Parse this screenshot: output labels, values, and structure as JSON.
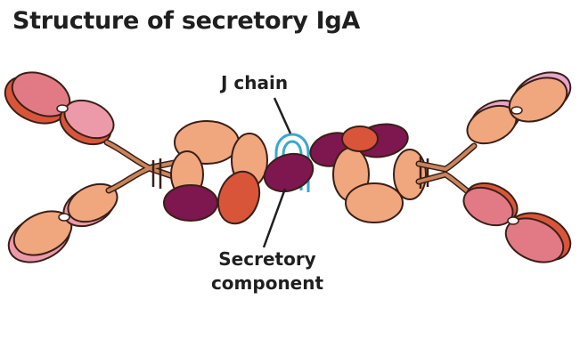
{
  "title": "Structure of secretory IgA",
  "labels": {
    "j_chain": "J chain",
    "secretory_component_line1": "Secretory",
    "secretory_component_line2": "component"
  },
  "colors": {
    "pink": "#e27a85",
    "pink_light": "#ec9aa9",
    "orange": "#f0a77e",
    "red_orange": "#d9553a",
    "dark_red": "#c1432c",
    "magenta": "#7e1650",
    "lilac": "#e6a6cb",
    "j_chain_blue": "#3aa7cf",
    "outline": "#3a1f17",
    "hinge": "#c9845a"
  }
}
